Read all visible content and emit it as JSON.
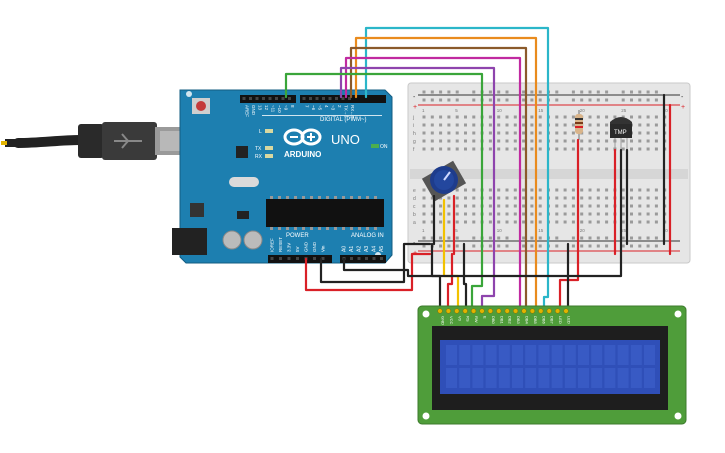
{
  "arduino": {
    "brand_lines": [
      "ARDUINO",
      "UNO"
    ],
    "digital_label": "DIGITAL (PWM~)",
    "analog_label": "ANALOG IN",
    "power_label": "POWER",
    "on_label": "ON",
    "led_labels": [
      "L",
      "TX",
      "RX"
    ],
    "top_pin_labels": [
      "AREF",
      "GND",
      "13",
      "12",
      "~11",
      "~10",
      "~9",
      "8",
      "7",
      "~6",
      "~5",
      "4",
      "~3",
      "2",
      "TX→1",
      "RX←0"
    ],
    "power_pin_labels": [
      "IOREF",
      "RESET",
      "3.3V",
      "5V",
      "GND",
      "GND",
      "Vin"
    ],
    "analog_pin_labels": [
      "A0",
      "A1",
      "A2",
      "A3",
      "A4",
      "A5"
    ]
  },
  "breadboard": {
    "column_numbers_visible": [
      "1",
      "5",
      "10",
      "15",
      "20",
      "25",
      "30"
    ],
    "row_letters_top": [
      "j",
      "i",
      "h",
      "g",
      "f"
    ],
    "row_letters_bottom": [
      "e",
      "d",
      "c",
      "b",
      "a"
    ],
    "rail_signs": [
      "+",
      "-"
    ]
  },
  "sensor": {
    "label": "TMP"
  },
  "lcd": {
    "pin_labels": [
      "GND",
      "VCC",
      "V0",
      "RS",
      "RW",
      "E",
      "DB0",
      "DB1",
      "DB2",
      "DB3",
      "DB4",
      "DB5",
      "DB6",
      "DB7",
      "LED",
      "LED"
    ]
  },
  "colors": {
    "arduino_board": "#1d7fb0",
    "breadboard": "#e6e6e6",
    "lcd_pcb": "#4f9d3a",
    "lcd_screen": "#2f4fb8",
    "wire_red": "#d92027",
    "wire_black": "#222222",
    "wire_yellow": "#f2c200",
    "wire_orange": "#e98b1e",
    "wire_green": "#3aa53a",
    "wire_purple": "#8e44ad",
    "wire_magenta": "#c02aa0",
    "wire_brown": "#8b5a2b",
    "wire_cyan": "#2bb6c9"
  }
}
